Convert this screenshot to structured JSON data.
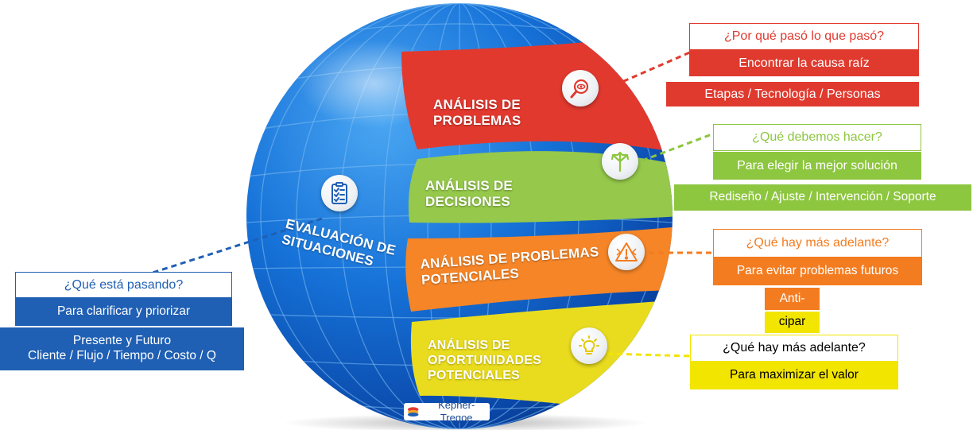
{
  "diagram": {
    "brand": "Kepner-Tregoe",
    "globe_sections": [
      {
        "id": "problemas",
        "label_line1": "ANÁLISIS DE",
        "label_line2": "PROBLEMAS",
        "color": "#e03a2f",
        "icon": "eye-magnifier-icon"
      },
      {
        "id": "decisiones",
        "label_line1": "ANÁLISIS DE",
        "label_line2": "DECISIONES",
        "color": "#94c84a",
        "icon": "split-arrows-icon"
      },
      {
        "id": "potenciales",
        "label_line1": "ANÁLISIS DE PROBLEMAS",
        "label_line2": "POTENCIALES",
        "color": "#f5862a",
        "icon": "warning-triangle-icon"
      },
      {
        "id": "oportunidades",
        "label_line1": "ANÁLISIS DE",
        "label_line2": "OPORTUNIDADES",
        "label_line3": "POTENCIALES",
        "color": "#e8dc1e",
        "icon": "lightbulb-icon"
      }
    ],
    "evaluacion": {
      "label_line1": "EVALUACIÓN DE",
      "label_line2": "SITUACIONES",
      "icon": "clipboard-checklist-icon"
    },
    "callouts": {
      "problemas": {
        "question": "¿Por qué pasó lo que pasó?",
        "purpose": "Encontrar la causa raíz",
        "detail": "Etapas / Tecnología / Personas",
        "color": "#e03a2f"
      },
      "decisiones": {
        "question": "¿Qué debemos hacer?",
        "purpose": "Para elegir la mejor solución",
        "detail": "Rediseño / Ajuste / Intervención / Soporte",
        "color": "#8dc63f"
      },
      "potenciales": {
        "question": "¿Qué hay más adelante?",
        "purpose": "Para evitar problemas futuros",
        "detail_line1": "Anti-",
        "detail_line2": "cipar",
        "color": "#f47c20"
      },
      "oportunidades": {
        "question": "¿Qué hay más adelante?",
        "purpose": "Para maximizar el valor",
        "color": "#f2e500"
      },
      "situaciones": {
        "question": "¿Qué está pasando?",
        "purpose": "Para clarificar y priorizar",
        "detail_line1": "Presente y Futuro",
        "detail_line2": "Cliente / Flujo / Tiempo / Costo / Q",
        "color": "#1f5fb4"
      }
    }
  }
}
